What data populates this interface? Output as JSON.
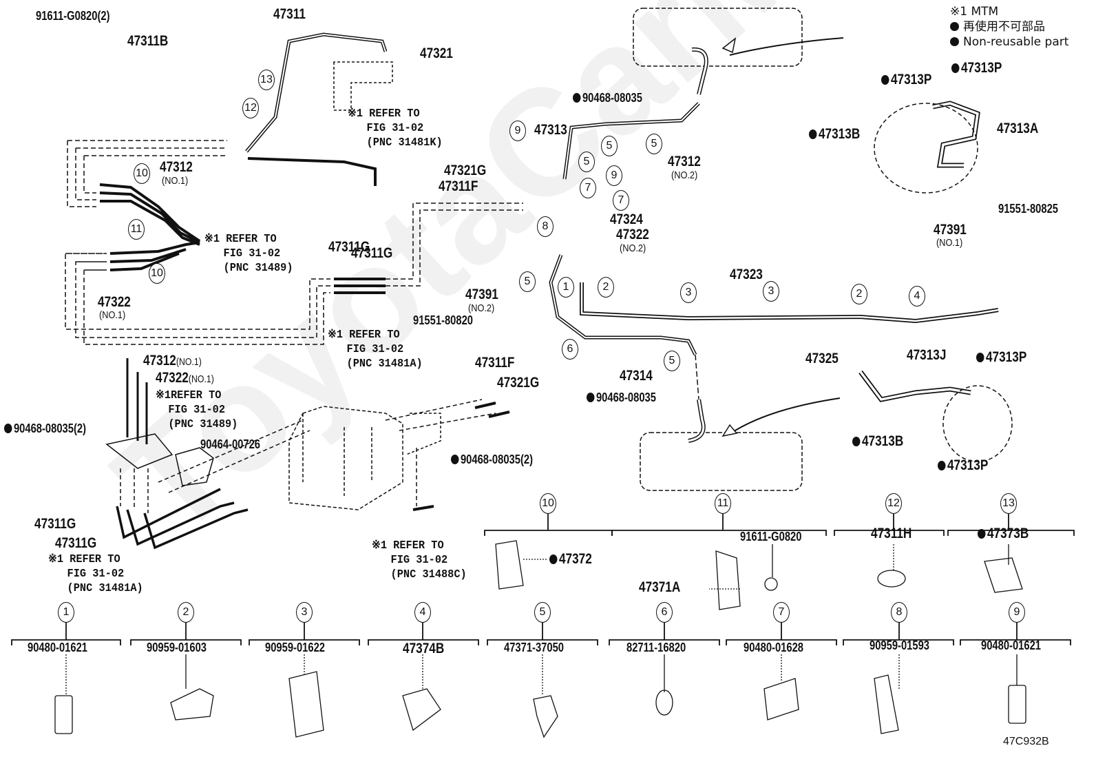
{
  "legend": {
    "note_mark": "※1 MTM",
    "non_reusable_jp": "再使用不可部品",
    "non_reusable_en": "Non-reusable part"
  },
  "watermark": "ToyotaCarMine.ru",
  "figure_code": "47C932B",
  "refer": {
    "k": "※1 REFER TO\n   FIG 31-02\n   (PNC 31481K)",
    "p31489_a": "※1 REFER TO\n   FIG 31-02\n   (PNC 31489)",
    "p31481a_a": "※1 REFER TO\n   FIG 31-02\n   (PNC 31481A)",
    "p31489_b": "※1REFER TO\n  FIG 31-02\n  (PNC 31489)",
    "p31481a_b": "※1 REFER TO\n   FIG 31-02\n   (PNC 31481A)",
    "p31488c": "※1 REFER TO\n   FIG 31-02\n   (PNC 31488C)"
  },
  "parts": {
    "p91611_g0820_2": "91611-G0820(2)",
    "p47311b": "47311B",
    "p47311": "47311",
    "p47321": "47321",
    "p47312_no1": "47312",
    "no1": "(NO.1)",
    "no2": "(NO.2)",
    "p47322_no1": "47322",
    "p47311g_a": "47311G",
    "p47311g_b": "47311G",
    "p90468_08035_top": "90468-08035",
    "p47313": "47313",
    "p47321g": "47321G",
    "p47311f": "47311F",
    "p47312_no2": "47312",
    "p47324": "47324",
    "p47322_no2": "47322",
    "p47391_no2": "47391",
    "p91551_80820": "91551-80820",
    "p47323": "47323",
    "p47325": "47325",
    "p47314": "47314",
    "p90468_08035_mid": "90468-08035",
    "p47391_no1": "47391",
    "p91551_80825": "91551-80825",
    "p47313p_1": "47313P",
    "p47313p_2": "47313P",
    "p47313b_1": "47313B",
    "p47313a": "47313A",
    "p47313j": "47313J",
    "p47313p_3": "47313P",
    "p47313b_2": "47313B",
    "p47313p_4": "47313P",
    "p47312_no1_b": "47312",
    "no1_b": "(NO.1)",
    "p47322_no1_b": "47322",
    "no1_c": "(NO.1)",
    "p90468_08035_2_left": "90468-08035(2)",
    "p90464_00726": "90464-00726",
    "p47311g_c": "47311G",
    "p47311g_d": "47311G",
    "p47311f_b": "47311F",
    "p47321g_b": "47321G",
    "p90468_08035_2_mid": "90468-08035(2)"
  },
  "callouts_bottom": [
    {
      "num": "1",
      "part": "90480-01621"
    },
    {
      "num": "2",
      "part": "90959-01603"
    },
    {
      "num": "3",
      "part": "90959-01622"
    },
    {
      "num": "4",
      "part": "47374B"
    },
    {
      "num": "5",
      "part": "47371-37050"
    },
    {
      "num": "6",
      "part": "82711-16820"
    },
    {
      "num": "7",
      "part": "90480-01628"
    },
    {
      "num": "8",
      "part": "90959-01593"
    },
    {
      "num": "9",
      "part": "90480-01621"
    }
  ],
  "callouts_mid": [
    {
      "num": "10",
      "part": "47372",
      "non_reusable": true
    },
    {
      "num": "11",
      "part": "47371A",
      "extra": "91611-G0820"
    },
    {
      "num": "12",
      "part": "47311H"
    },
    {
      "num": "13",
      "part": "47373B",
      "non_reusable": true
    }
  ],
  "circle_marks": {
    "c13": "13",
    "c12": "12",
    "c10a": "10",
    "c11": "11",
    "c10b": "10",
    "c9a": "9",
    "c9b": "9",
    "c5a": "5",
    "c5b": "5",
    "c5c": "5",
    "c7a": "7",
    "c7b": "7",
    "c8": "8",
    "c5d": "5",
    "c1": "1",
    "c2a": "2",
    "c3a": "3",
    "c3b": "3",
    "c2b": "2",
    "c4": "4",
    "c6": "6",
    "c5e": "5"
  }
}
